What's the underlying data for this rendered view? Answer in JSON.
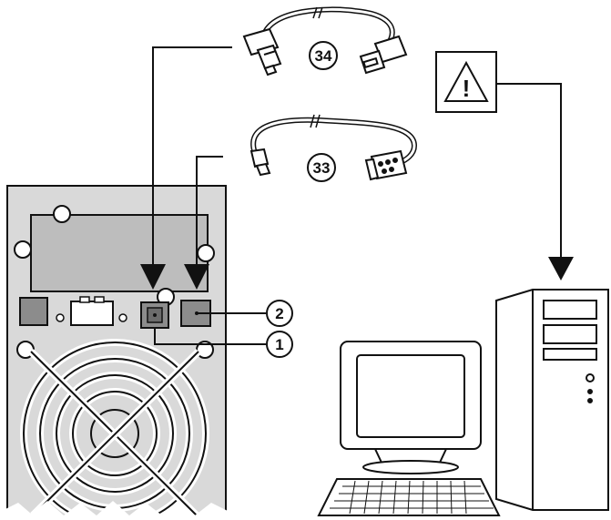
{
  "callouts": {
    "usb_cable": "34",
    "serial_cable": "33",
    "usb_port": "1",
    "serial_port": "2"
  },
  "warning_symbol": "!",
  "icons": {
    "warning": "warning-triangle-icon",
    "ups": "ups-rear-panel",
    "computer": "desktop-computer"
  },
  "colors": {
    "line": "#111111",
    "panel_fill": "#d9d9d9",
    "port_fill": "#8c8c8c",
    "background": "#ffffff"
  }
}
